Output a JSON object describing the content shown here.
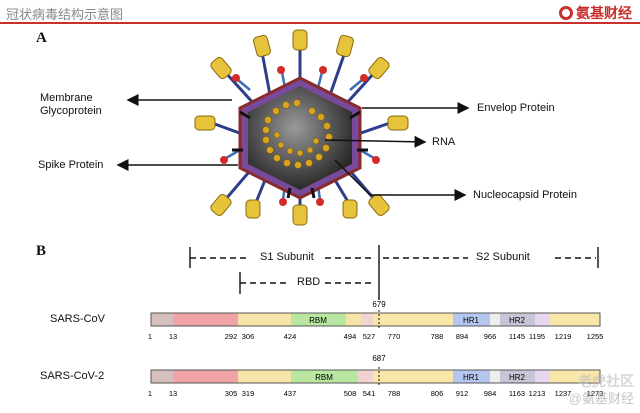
{
  "header": {
    "title": "冠状病毒结构示意图",
    "brand": "氨基财经"
  },
  "panel_a": {
    "label": "A",
    "labels": {
      "membrane_line1": "Membrane",
      "membrane_line2": "Glycoprotein",
      "spike": "Spike Protein",
      "envelop": "Envelop Protein",
      "rna": "RNA",
      "nucleocapsid": "Nucleocapsid Protein"
    }
  },
  "panel_b": {
    "label": "B",
    "s1": "S1 Subunit",
    "s2": "S2 Subunit",
    "rbd": "RBD",
    "sars1": {
      "name": "SARS-CoV",
      "cleavage": "679",
      "rbm": "RBM",
      "hr1": "HR1",
      "hr2": "HR2",
      "ticks": [
        "1",
        "13",
        "292",
        "306",
        "424",
        "494",
        "527",
        "770",
        "788",
        "894",
        "966",
        "1145",
        "1195",
        "1219",
        "1255"
      ]
    },
    "sars2": {
      "name": "SARS-CoV-2",
      "cleavage": "687",
      "rbm": "RBM",
      "hr1": "HR1",
      "hr2": "HR2",
      "ticks": [
        "1",
        "13",
        "305",
        "319",
        "437",
        "508",
        "541",
        "788",
        "806",
        "912",
        "984",
        "1163",
        "1213",
        "1237",
        "1273"
      ]
    }
  },
  "watermarks": {
    "community": "老虎社区",
    "brand": "@氨基财经"
  },
  "colors": {
    "accent": "#c9302c",
    "spike": "#e6b422",
    "hull": "#8a2a2a"
  }
}
